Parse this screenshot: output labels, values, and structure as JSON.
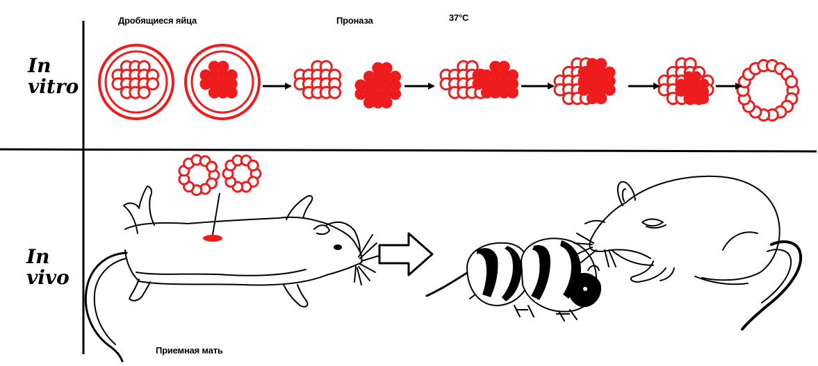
{
  "labels": {
    "in_vitro_line1": "In",
    "in_vitro_line2": "vitro",
    "in_vivo_line1": "In",
    "in_vivo_line2": "vivo",
    "cleaving_eggs": "Дробящиеся яйца",
    "pronase": "Проназа",
    "temperature": "37°C",
    "foster_mother": "Приемная мать"
  },
  "colors": {
    "embryo_red": "#ee1c1c",
    "ink": "#000000",
    "background": "#ffffff"
  }
}
